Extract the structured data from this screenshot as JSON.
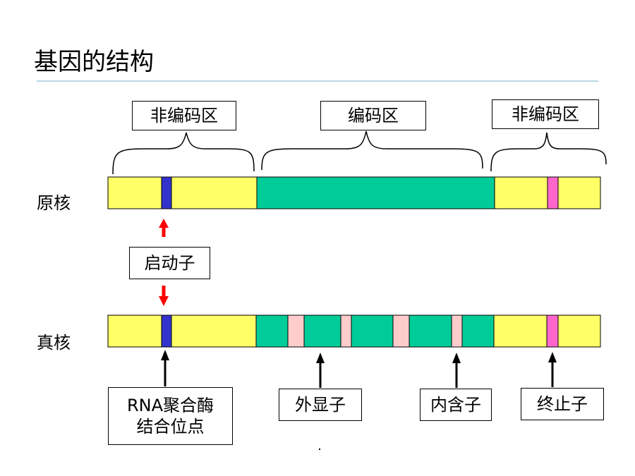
{
  "title": "基因的结构",
  "rows": {
    "prokaryote": "原核",
    "eukaryote": "真核"
  },
  "regions": {
    "noncoding_left": "非编码区",
    "coding": "编码区",
    "noncoding_right": "非编码区"
  },
  "promoter": "启动子",
  "annotations": {
    "rna_polymerase_line1": "RNA聚合酶",
    "rna_polymerase_line2": "结合位点",
    "exon": "外显子",
    "intron": "内含子",
    "terminator": "终止子"
  },
  "colors": {
    "noncoding": "#ffff66",
    "coding": "#00cc99",
    "rna_polymerase_site": "#3333cc",
    "terminator": "#ff66cc",
    "intron": "#ffcccc",
    "arrow_red": "#ff0000",
    "rule": "#b9d7e3"
  }
}
